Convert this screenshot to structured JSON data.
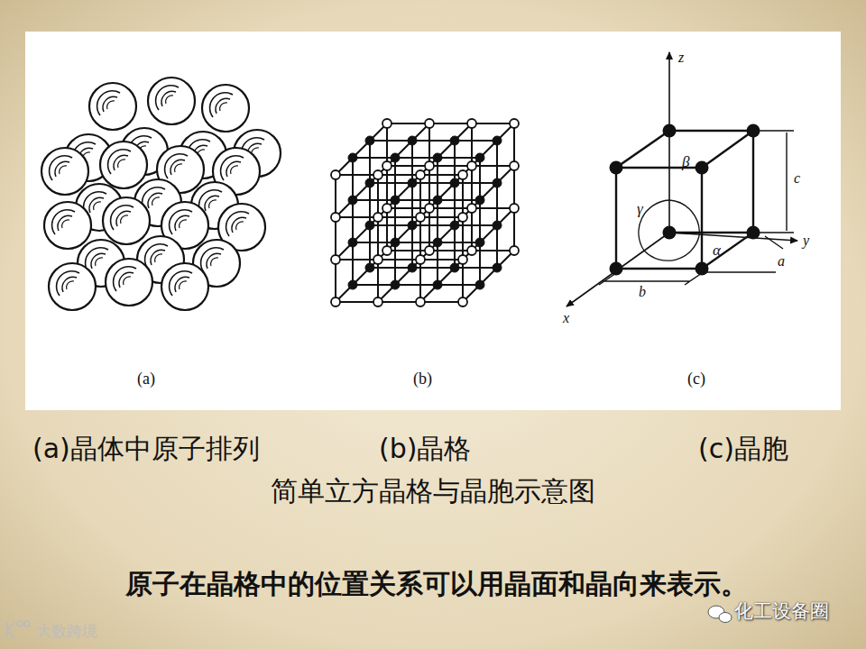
{
  "diagram": {
    "caption": "简单立方晶格与晶胞示意图",
    "labels": [
      "(a)",
      "(b)",
      "(c)",
      "z",
      "β",
      "γ",
      "c",
      "y",
      "α",
      "a",
      "b",
      "x",
      "(a)晶体中原子排列",
      "(b)晶格",
      "(c)晶胞",
      "原子在晶格中的位置关系可以用晶面和晶向来表示。",
      "化工设备圈",
      "大数跨境"
    ]
  }
}
